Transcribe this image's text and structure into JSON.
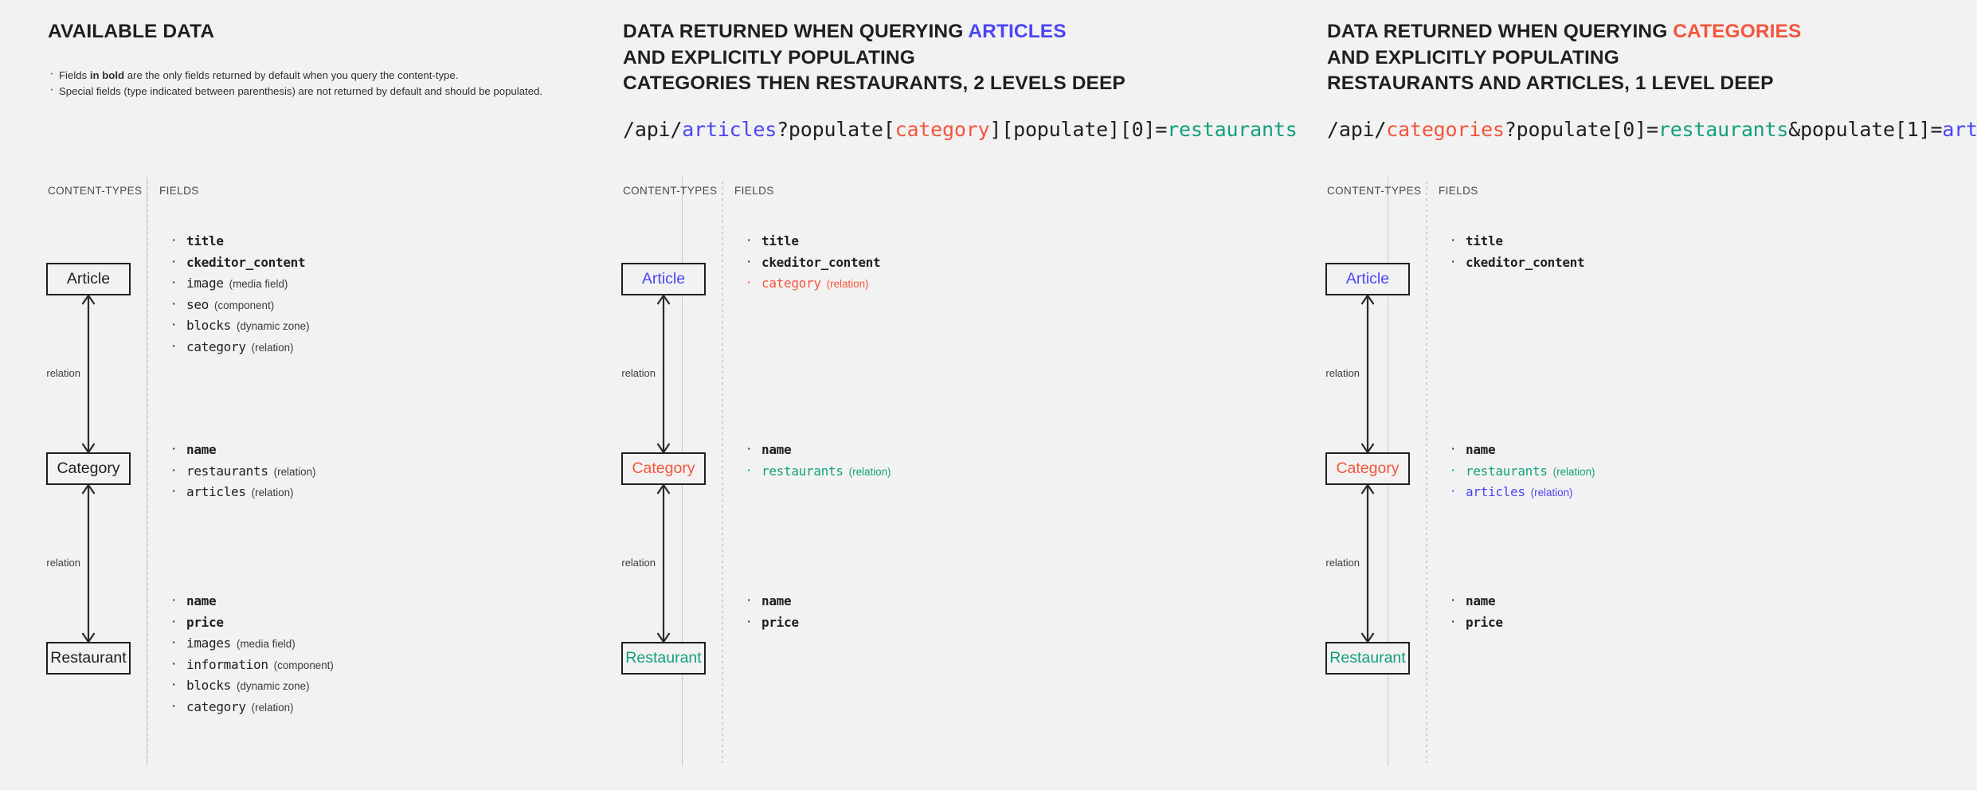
{
  "colors": {
    "background": "#f2f2f2",
    "ink": "#1f1f1f",
    "articles_blue": "#4b45f5",
    "categories_red": "#f4553c",
    "restaurants_green": "#13a07c",
    "divider": "#cfcfcf"
  },
  "panels": [
    {
      "id": "available-data",
      "heading_lines": [
        [
          {
            "t": "AVAILABLE DATA",
            "c": "ink"
          }
        ]
      ],
      "notes": [
        "Fields in bold are the only fields returned by default when you query the content-type.",
        "Special fields (type indicated between parenthesis) are not returned by default and should be populated."
      ],
      "note_bold_fragment": "in bold",
      "api_url": null,
      "labels": {
        "content_types": "CONTENT-TYPES",
        "fields": "FIELDS"
      },
      "relation_label": "relation",
      "entities": [
        {
          "name": "Article",
          "color": "ink"
        },
        {
          "name": "Category",
          "color": "ink"
        },
        {
          "name": "Restaurant",
          "color": "ink"
        }
      ],
      "fieldgroups": [
        [
          {
            "name": "title",
            "type": "",
            "bold": true,
            "color": "default"
          },
          {
            "name": "ckeditor_content",
            "type": "",
            "bold": true,
            "color": "default"
          },
          {
            "name": "image",
            "type": "(media field)",
            "bold": false,
            "color": "default"
          },
          {
            "name": "seo",
            "type": "(component)",
            "bold": false,
            "color": "default"
          },
          {
            "name": "blocks",
            "type": "(dynamic zone)",
            "bold": false,
            "color": "default"
          },
          {
            "name": "category",
            "type": "(relation)",
            "bold": false,
            "color": "default"
          }
        ],
        [
          {
            "name": "name",
            "type": "",
            "bold": true,
            "color": "default"
          },
          {
            "name": "restaurants",
            "type": "(relation)",
            "bold": false,
            "color": "default"
          },
          {
            "name": "articles",
            "type": "(relation)",
            "bold": false,
            "color": "default"
          }
        ],
        [
          {
            "name": "name",
            "type": "",
            "bold": true,
            "color": "default"
          },
          {
            "name": "price",
            "type": "",
            "bold": true,
            "color": "default"
          },
          {
            "name": "images",
            "type": "(media field)",
            "bold": false,
            "color": "default"
          },
          {
            "name": "information",
            "type": "(component)",
            "bold": false,
            "color": "default"
          },
          {
            "name": "blocks",
            "type": "(dynamic zone)",
            "bold": false,
            "color": "default"
          },
          {
            "name": "category",
            "type": "(relation)",
            "bold": false,
            "color": "default"
          }
        ]
      ]
    },
    {
      "id": "query-articles",
      "heading_lines": [
        [
          {
            "t": "DATA RETURNED WHEN QUERYING ",
            "c": "ink"
          },
          {
            "t": "ARTICLES",
            "c": "blue"
          }
        ],
        [
          {
            "t": "AND EXPLICITLY POPULATING",
            "c": "ink"
          }
        ],
        [
          {
            "t": "CATEGORIES THEN RESTAURANTS, 2 LEVELS DEEP",
            "c": "ink"
          }
        ]
      ],
      "notes": [],
      "api_url": [
        {
          "t": "/api/",
          "c": "ink"
        },
        {
          "t": "articles",
          "c": "blue"
        },
        {
          "t": "?populate[",
          "c": "ink"
        },
        {
          "t": "category",
          "c": "red"
        },
        {
          "t": "][populate][0]=",
          "c": "ink"
        },
        {
          "t": "restaurants",
          "c": "green"
        }
      ],
      "labels": {
        "content_types": "CONTENT-TYPES",
        "fields": "FIELDS"
      },
      "relation_label": "relation",
      "entities": [
        {
          "name": "Article",
          "color": "blue"
        },
        {
          "name": "Category",
          "color": "red"
        },
        {
          "name": "Restaurant",
          "color": "green"
        }
      ],
      "fieldgroups": [
        [
          {
            "name": "title",
            "type": "",
            "bold": true,
            "color": "default"
          },
          {
            "name": "ckeditor_content",
            "type": "",
            "bold": true,
            "color": "default"
          },
          {
            "name": "category",
            "type": "(relation)",
            "bold": false,
            "color": "red"
          }
        ],
        [
          {
            "name": "name",
            "type": "",
            "bold": true,
            "color": "default"
          },
          {
            "name": "restaurants",
            "type": "(relation)",
            "bold": false,
            "color": "green"
          }
        ],
        [
          {
            "name": "name",
            "type": "",
            "bold": true,
            "color": "default"
          },
          {
            "name": "price",
            "type": "",
            "bold": true,
            "color": "default"
          }
        ]
      ]
    },
    {
      "id": "query-categories",
      "heading_lines": [
        [
          {
            "t": "DATA RETURNED WHEN QUERYING ",
            "c": "ink"
          },
          {
            "t": "CATEGORIES",
            "c": "red"
          }
        ],
        [
          {
            "t": "AND EXPLICITLY POPULATING",
            "c": "ink"
          }
        ],
        [
          {
            "t": "RESTAURANTS AND ARTICLES, 1 LEVEL DEEP",
            "c": "ink"
          }
        ]
      ],
      "notes": [],
      "api_url": [
        {
          "t": "/api/",
          "c": "ink"
        },
        {
          "t": "categories",
          "c": "red"
        },
        {
          "t": "?populate[0]=",
          "c": "ink"
        },
        {
          "t": "restaurants",
          "c": "green"
        },
        {
          "t": "&populate[1]=",
          "c": "ink"
        },
        {
          "t": "articles",
          "c": "blue"
        }
      ],
      "labels": {
        "content_types": "CONTENT-TYPES",
        "fields": "FIELDS"
      },
      "relation_label": "relation",
      "entities": [
        {
          "name": "Article",
          "color": "blue"
        },
        {
          "name": "Category",
          "color": "red"
        },
        {
          "name": "Restaurant",
          "color": "green"
        }
      ],
      "fieldgroups": [
        [
          {
            "name": "title",
            "type": "",
            "bold": true,
            "color": "default"
          },
          {
            "name": "ckeditor_content",
            "type": "",
            "bold": true,
            "color": "default"
          }
        ],
        [
          {
            "name": "name",
            "type": "",
            "bold": true,
            "color": "default"
          },
          {
            "name": "restaurants",
            "type": "(relation)",
            "bold": false,
            "color": "green"
          },
          {
            "name": "articles",
            "type": "(relation)",
            "bold": false,
            "color": "blue"
          }
        ],
        [
          {
            "name": "name",
            "type": "",
            "bold": true,
            "color": "default"
          },
          {
            "name": "price",
            "type": "",
            "bold": true,
            "color": "default"
          }
        ]
      ]
    }
  ]
}
